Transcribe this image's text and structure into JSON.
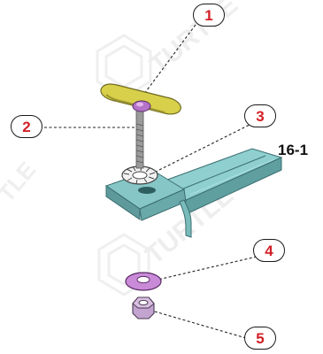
{
  "figure_code": "16-1",
  "watermark": "TURTLE",
  "callouts": [
    "1",
    "2",
    "3",
    "4",
    "5"
  ],
  "colors": {
    "callout_number": "#d32027",
    "callout_border": "#1a1a1a",
    "leader_line": "#222222",
    "handle": "#d8d04a",
    "bracket": "#7ec5c6",
    "washer": "#c98ad8",
    "nut": "#c3a3cf",
    "bolt": "#9a9a9a",
    "watermark": "#eeeeee"
  },
  "parts": [
    {
      "id": "1",
      "name": "handle",
      "icon": "handle-icon"
    },
    {
      "id": "2",
      "name": "bolt",
      "icon": "bolt-icon"
    },
    {
      "id": "3",
      "name": "lock-washer",
      "icon": "lock-washer-icon"
    },
    {
      "id": "4",
      "name": "washer",
      "icon": "washer-icon"
    },
    {
      "id": "5",
      "name": "nut",
      "icon": "nut-icon"
    }
  ]
}
